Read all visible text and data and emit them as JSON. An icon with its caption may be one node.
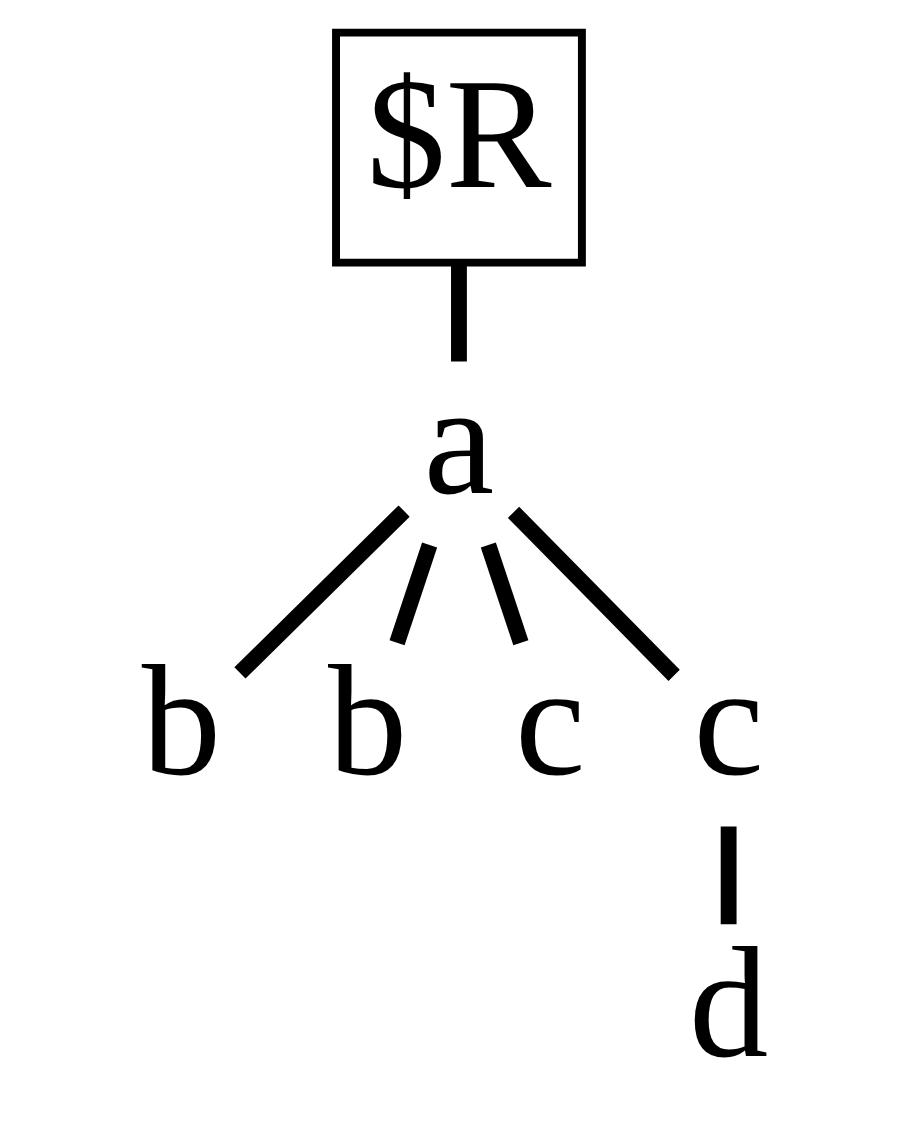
{
  "diagram": {
    "nodes": [
      {
        "text": [
          "$R"
        ]
      },
      {
        "text": [
          "a"
        ]
      },
      {
        "text": [
          "b"
        ]
      },
      {
        "text": [
          "b"
        ]
      },
      {
        "text": [
          "c"
        ]
      },
      {
        "text": [
          "c"
        ]
      },
      {
        "text": [
          "d"
        ]
      }
    ],
    "edges": [
      {
        "from": 0,
        "to": 1,
        "arrow": "none"
      },
      {
        "from": 1,
        "to": 2,
        "arrow": "none"
      },
      {
        "from": 1,
        "to": 3,
        "arrow": "none"
      },
      {
        "from": 1,
        "to": 4,
        "arrow": "none"
      },
      {
        "from": 1,
        "to": 5,
        "arrow": "none"
      },
      {
        "from": 5,
        "to": 6,
        "arrow": "none"
      }
    ]
  }
}
